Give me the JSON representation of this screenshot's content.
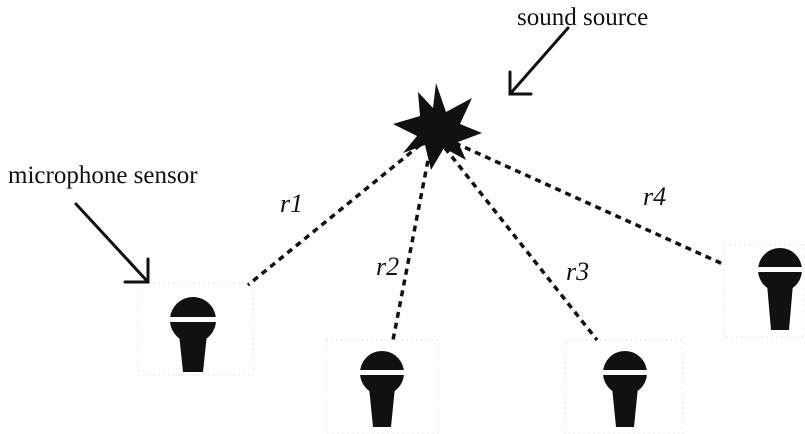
{
  "labels": {
    "sound_source": "sound source",
    "microphone_sensor": "microphone sensor",
    "r1": "r1",
    "r2": "r2",
    "r3": "r3",
    "r4": "r4"
  },
  "colors": {
    "ink": "#111111",
    "background": "#ffffff"
  },
  "icons": {
    "source": "star-burst-icon",
    "sensor": "microphone-icon"
  }
}
